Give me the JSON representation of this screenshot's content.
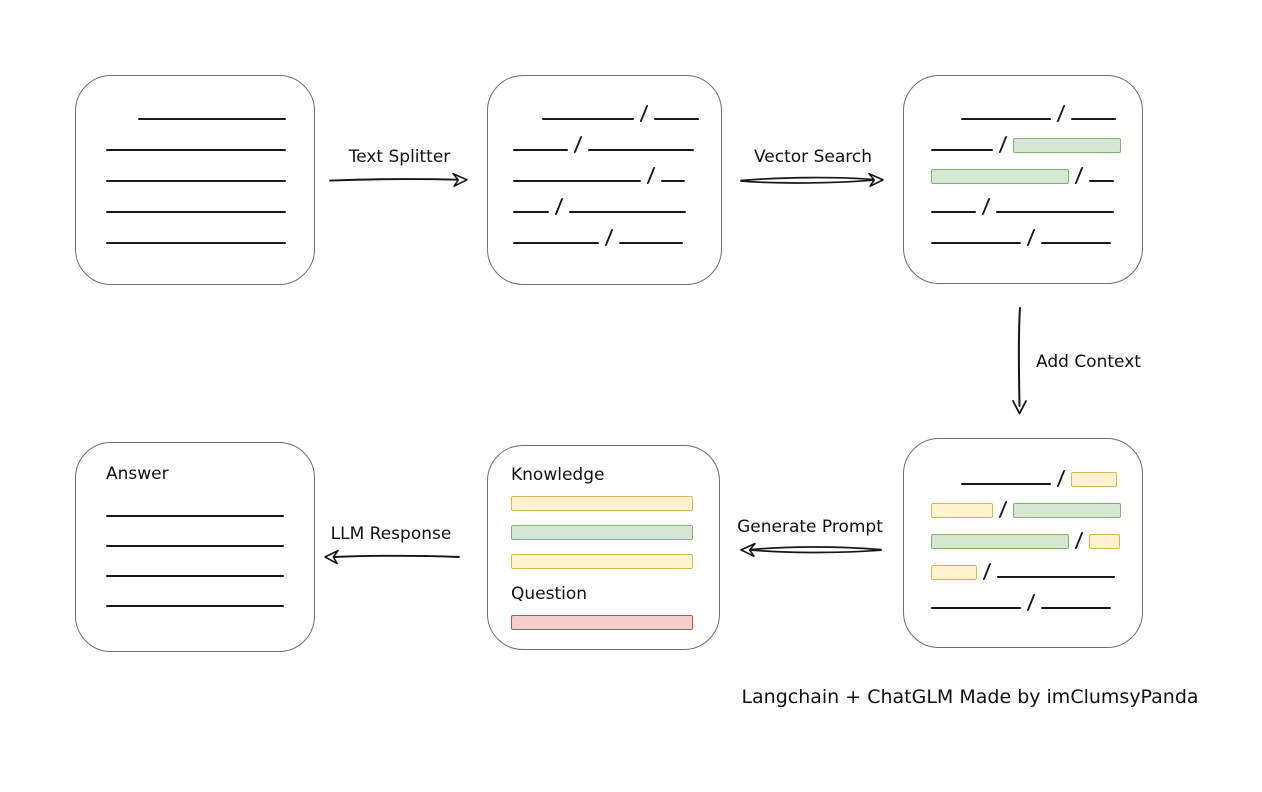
{
  "diagram": {
    "caption": "Langchain + ChatGLM Made by imClumsyPanda",
    "colors": {
      "line": "#1a1a1a",
      "box_border": "#6e6e6e",
      "green_fill": "#d5e8d4",
      "green_stroke": "#82b366",
      "yellow_fill": "#fff2cc",
      "yellow_stroke": "#d6b656",
      "red_fill": "#f8cecc",
      "red_stroke": "#b85450"
    },
    "arrows": {
      "text_splitter": {
        "label": "Text Splitter",
        "direction": "right"
      },
      "vector_search": {
        "label": "Vector Search",
        "direction": "right"
      },
      "add_context": {
        "label": "Add Context",
        "direction": "down"
      },
      "generate_prompt": {
        "label": "Generate Prompt",
        "direction": "left"
      },
      "llm_response": {
        "label": "LLM Response",
        "direction": "left"
      }
    },
    "boxes": {
      "document": {
        "rows": [
          {
            "indent": 32,
            "seg": [
              {
                "t": "line",
                "w": 148
              }
            ]
          },
          {
            "indent": 0,
            "seg": [
              {
                "t": "line",
                "w": 180
              }
            ]
          },
          {
            "indent": 0,
            "seg": [
              {
                "t": "line",
                "w": 180
              }
            ]
          },
          {
            "indent": 0,
            "seg": [
              {
                "t": "line",
                "w": 180
              }
            ]
          },
          {
            "indent": 0,
            "seg": [
              {
                "t": "line",
                "w": 180
              }
            ]
          }
        ]
      },
      "chunks": {
        "rows": [
          {
            "indent": 29,
            "seg": [
              {
                "t": "line",
                "w": 92
              },
              {
                "t": "slash"
              },
              {
                "t": "line",
                "w": 45
              }
            ]
          },
          {
            "indent": 0,
            "seg": [
              {
                "t": "line",
                "w": 55
              },
              {
                "t": "slash"
              },
              {
                "t": "line",
                "w": 106
              }
            ]
          },
          {
            "indent": 0,
            "seg": [
              {
                "t": "line",
                "w": 128
              },
              {
                "t": "slash"
              },
              {
                "t": "line",
                "w": 24
              }
            ]
          },
          {
            "indent": 0,
            "seg": [
              {
                "t": "line",
                "w": 36
              },
              {
                "t": "slash"
              },
              {
                "t": "line",
                "w": 117
              }
            ]
          },
          {
            "indent": 0,
            "seg": [
              {
                "t": "line",
                "w": 86
              },
              {
                "t": "slash"
              },
              {
                "t": "line",
                "w": 64
              }
            ]
          }
        ]
      },
      "matched": {
        "rows": [
          {
            "indent": 30,
            "seg": [
              {
                "t": "line",
                "w": 90
              },
              {
                "t": "slash"
              },
              {
                "t": "line",
                "w": 45
              }
            ]
          },
          {
            "indent": 0,
            "seg": [
              {
                "t": "line",
                "w": 62
              },
              {
                "t": "slash"
              },
              {
                "t": "green",
                "w": 108
              }
            ]
          },
          {
            "indent": 0,
            "seg": [
              {
                "t": "green",
                "w": 138
              },
              {
                "t": "slash"
              },
              {
                "t": "line",
                "w": 25
              }
            ]
          },
          {
            "indent": 0,
            "seg": [
              {
                "t": "line",
                "w": 45
              },
              {
                "t": "slash"
              },
              {
                "t": "line",
                "w": 118
              }
            ]
          },
          {
            "indent": 0,
            "seg": [
              {
                "t": "line",
                "w": 90
              },
              {
                "t": "slash"
              },
              {
                "t": "line",
                "w": 70
              }
            ]
          }
        ]
      },
      "context": {
        "rows": [
          {
            "indent": 30,
            "seg": [
              {
                "t": "line",
                "w": 90
              },
              {
                "t": "slash"
              },
              {
                "t": "yellow",
                "w": 46
              }
            ]
          },
          {
            "indent": 0,
            "seg": [
              {
                "t": "yellow",
                "w": 62
              },
              {
                "t": "slash"
              },
              {
                "t": "green",
                "w": 108
              }
            ]
          },
          {
            "indent": 0,
            "seg": [
              {
                "t": "green",
                "w": 138
              },
              {
                "t": "slash"
              },
              {
                "t": "yellow",
                "w": 31
              }
            ]
          },
          {
            "indent": 0,
            "seg": [
              {
                "t": "yellow",
                "w": 46
              },
              {
                "t": "slash"
              },
              {
                "t": "line",
                "w": 118
              }
            ]
          },
          {
            "indent": 0,
            "seg": [
              {
                "t": "line",
                "w": 90
              },
              {
                "t": "slash"
              },
              {
                "t": "line",
                "w": 70
              }
            ]
          }
        ]
      },
      "prompt": {
        "knowledge_label": "Knowledge",
        "question_label": "Question",
        "knowledge_rows": [
          {
            "seg": [
              {
                "t": "yellow",
                "w": 182
              }
            ]
          },
          {
            "seg": [
              {
                "t": "green",
                "w": 182
              }
            ]
          },
          {
            "seg": [
              {
                "t": "yellow",
                "w": 182
              }
            ]
          }
        ],
        "question_rows": [
          {
            "seg": [
              {
                "t": "red",
                "w": 182
              }
            ]
          }
        ]
      },
      "answer": {
        "label": "Answer",
        "rows": [
          {
            "seg": [
              {
                "t": "line",
                "w": 180
              }
            ]
          },
          {
            "seg": [
              {
                "t": "line",
                "w": 180
              }
            ]
          },
          {
            "seg": [
              {
                "t": "line",
                "w": 180
              }
            ]
          },
          {
            "seg": [
              {
                "t": "line",
                "w": 180
              }
            ]
          }
        ]
      }
    }
  }
}
